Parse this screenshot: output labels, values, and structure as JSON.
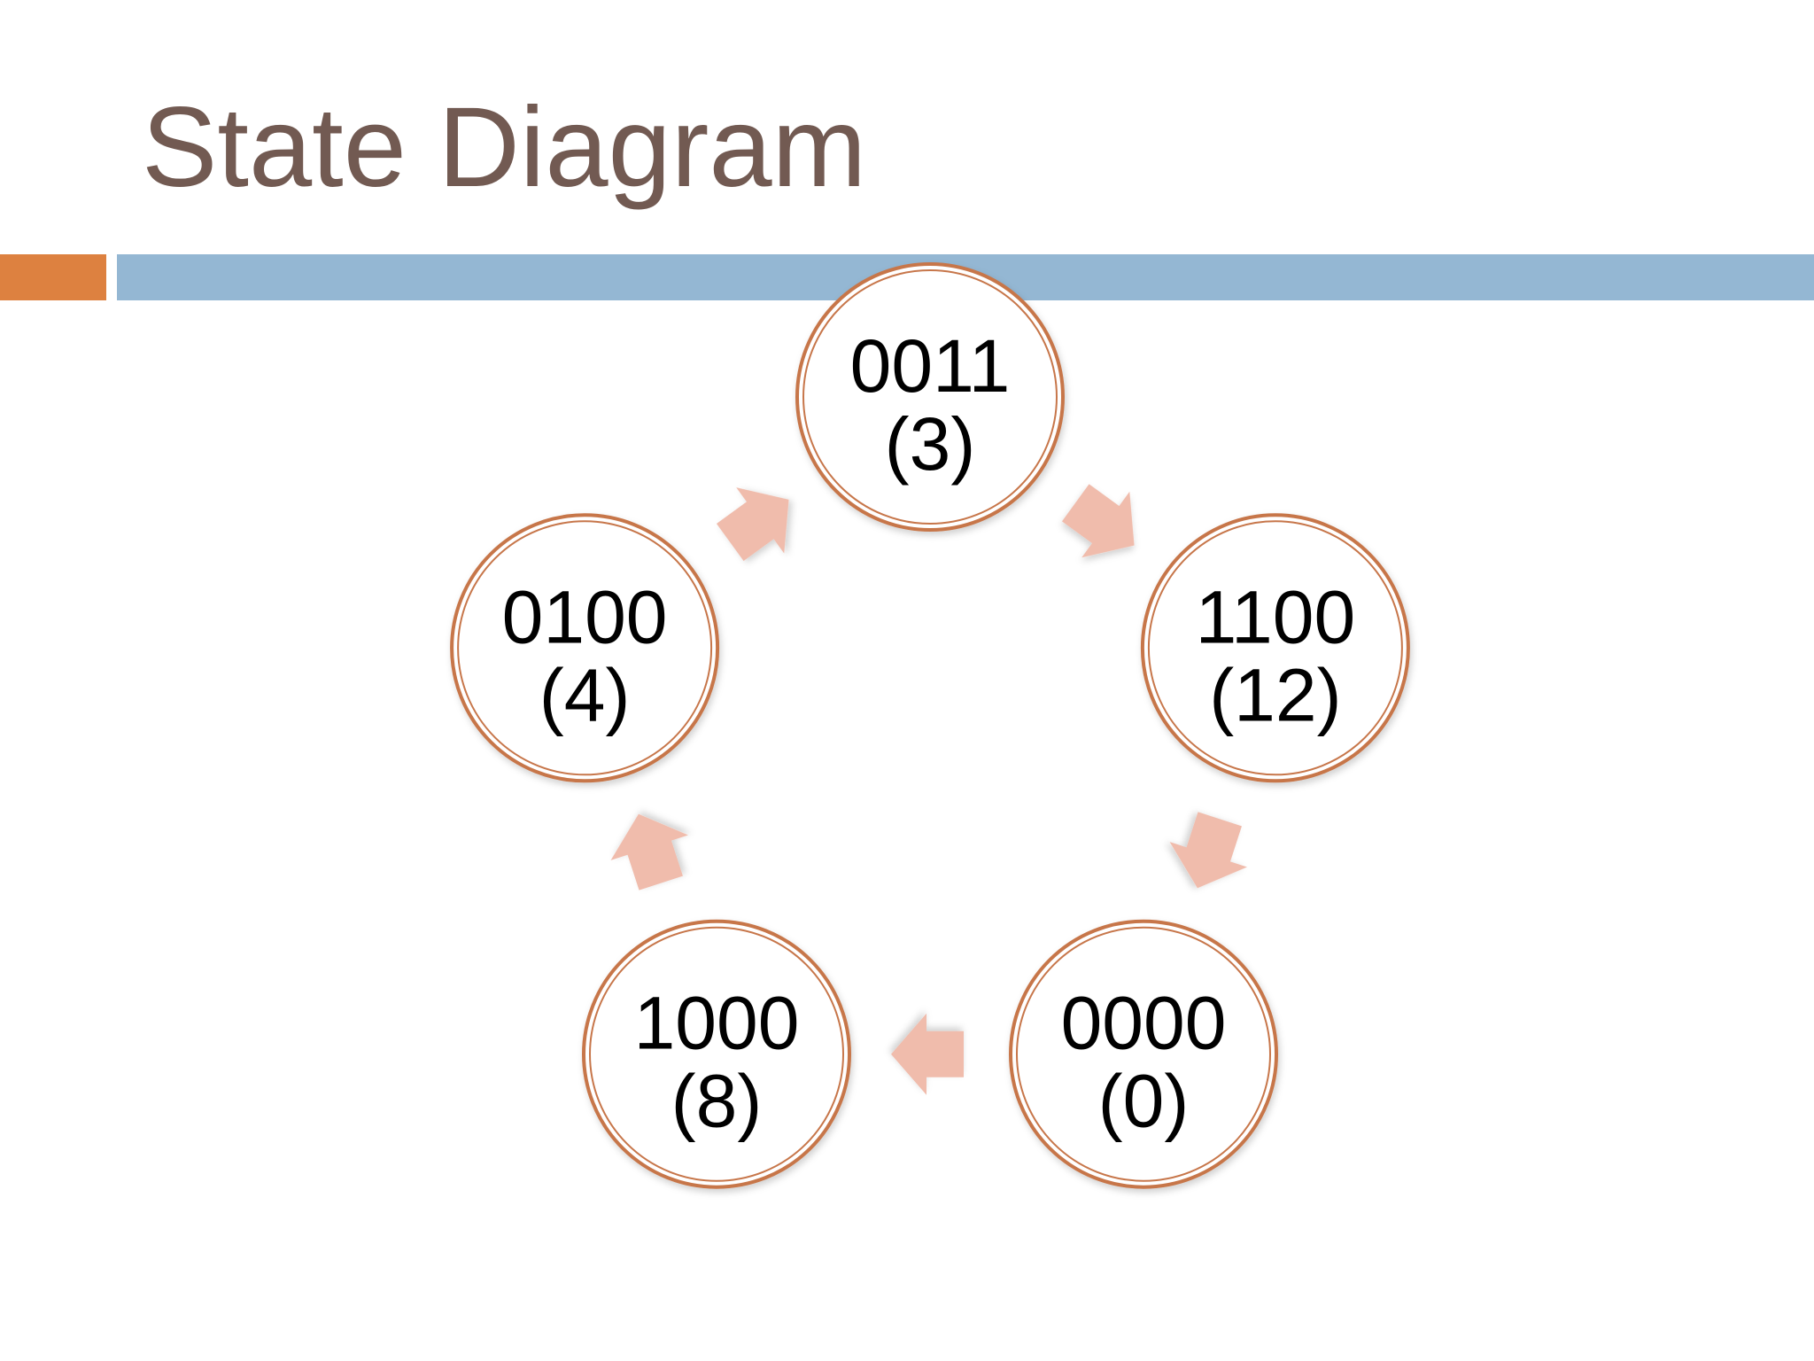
{
  "title": "State Diagram",
  "colors": {
    "title": "#725a52",
    "accent_orange": "#dd8140",
    "accent_blue": "#94b7d3",
    "node_border": "#c7764a",
    "arrow_fill": "#f0bcac"
  },
  "diagram": {
    "type": "cycle",
    "states": [
      {
        "id": "s3",
        "binary": "0011",
        "decimal": "(3)"
      },
      {
        "id": "s12",
        "binary": "1100",
        "decimal": "(12)"
      },
      {
        "id": "s0",
        "binary": "0000",
        "decimal": "(0)"
      },
      {
        "id": "s8",
        "binary": "1000",
        "decimal": "(8)"
      },
      {
        "id": "s4",
        "binary": "0100",
        "decimal": "(4)"
      }
    ],
    "transitions": [
      {
        "from": "s3",
        "to": "s12"
      },
      {
        "from": "s12",
        "to": "s0"
      },
      {
        "from": "s0",
        "to": "s8"
      },
      {
        "from": "s8",
        "to": "s4"
      },
      {
        "from": "s4",
        "to": "s3"
      }
    ]
  }
}
